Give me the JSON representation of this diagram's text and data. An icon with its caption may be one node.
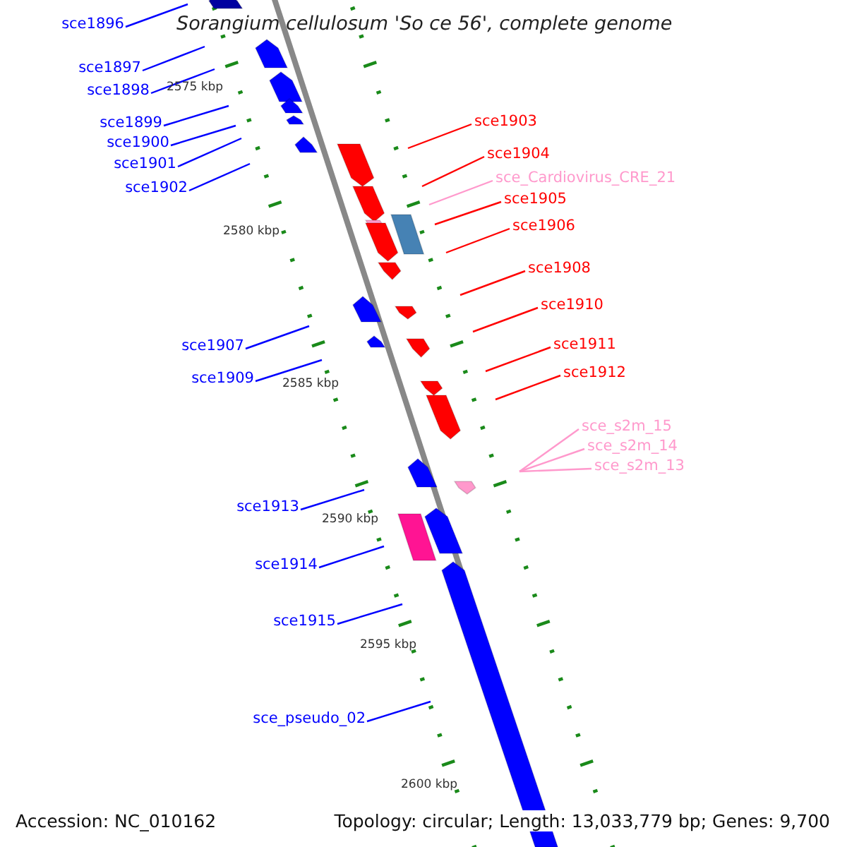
{
  "diagram": {
    "title": "Sorangium cellulosum 'So ce 56', complete genome",
    "nodes": [
      {
        "text": [
          "sce1896"
        ]
      },
      {
        "text": [
          "sce1897"
        ]
      },
      {
        "text": [
          "sce1898"
        ]
      },
      {
        "text": [
          "sce1903"
        ]
      },
      {
        "text": [
          "sce1899"
        ]
      },
      {
        "text": [
          "sce1900"
        ]
      },
      {
        "text": [
          "sce1904"
        ]
      },
      {
        "text": [
          "sce1901"
        ]
      },
      {
        "text": [
          "sce_Cardiovirus_CRE_21"
        ]
      },
      {
        "text": [
          "sce1902"
        ]
      },
      {
        "text": [
          "sce1905"
        ]
      },
      {
        "text": [
          "sce1906"
        ]
      },
      {
        "text": [
          "sce1908"
        ]
      },
      {
        "text": [
          "sce1910"
        ]
      },
      {
        "text": [
          "sce1911"
        ]
      },
      {
        "text": [
          "sce1907"
        ]
      },
      {
        "text": [
          "sce1912"
        ]
      },
      {
        "text": [
          "sce1909"
        ]
      },
      {
        "text": [
          "sce_s2m_15"
        ]
      },
      {
        "text": [
          "sce_s2m_14"
        ]
      },
      {
        "text": [
          "sce_s2m_13"
        ]
      },
      {
        "text": [
          "sce1913"
        ]
      },
      {
        "text": [
          "sce1914"
        ]
      },
      {
        "text": [
          "sce1915"
        ]
      },
      {
        "text": [
          "sce_pseudo_02"
        ]
      }
    ],
    "edges": [
      {
        "from": 0,
        "to": null,
        "arrow": "none"
      },
      {
        "from": 1,
        "to": null,
        "arrow": "none"
      },
      {
        "from": 2,
        "to": null,
        "arrow": "none"
      },
      {
        "from": 3,
        "to": null,
        "arrow": "none",
        "color": "#ff0000"
      },
      {
        "from": 4,
        "to": null,
        "arrow": "none"
      },
      {
        "from": 5,
        "to": null,
        "arrow": "none"
      },
      {
        "from": 6,
        "to": null,
        "arrow": "none",
        "color": "#ff0000"
      },
      {
        "from": 7,
        "to": null,
        "arrow": "none"
      },
      {
        "from": 8,
        "to": null,
        "arrow": "none",
        "color": "#ff99cc"
      },
      {
        "from": 9,
        "to": null,
        "arrow": "none"
      },
      {
        "from": 10,
        "to": null,
        "arrow": "none",
        "color": "#ff0000"
      },
      {
        "from": 11,
        "to": null,
        "arrow": "none",
        "color": "#ff0000"
      },
      {
        "from": 12,
        "to": null,
        "arrow": "none",
        "color": "#ff0000"
      },
      {
        "from": 13,
        "to": null,
        "arrow": "none",
        "color": "#ff0000"
      },
      {
        "from": 14,
        "to": null,
        "arrow": "none",
        "color": "#ff0000"
      },
      {
        "from": 15,
        "to": null,
        "arrow": "none"
      },
      {
        "from": 16,
        "to": null,
        "arrow": "none",
        "color": "#ff0000"
      },
      {
        "from": 17,
        "to": null,
        "arrow": "none"
      },
      {
        "from": 18,
        "to": null,
        "arrow": "none",
        "color": "#ff99cc"
      },
      {
        "from": 19,
        "to": null,
        "arrow": "none",
        "color": "#ff99cc"
      },
      {
        "from": 20,
        "to": null,
        "arrow": "none",
        "color": "#ff99cc"
      },
      {
        "from": 21,
        "to": null,
        "arrow": "none"
      },
      {
        "from": 22,
        "to": null,
        "arrow": "none"
      },
      {
        "from": 23,
        "to": null,
        "arrow": "none"
      },
      {
        "from": 24,
        "to": null,
        "arrow": "none"
      }
    ],
    "labels": [
      "2575 kbp",
      "2580 kbp",
      "2585 kbp",
      "2590 kbp",
      "2595 kbp",
      "2600 kbp",
      "Accession: NC_010162",
      "Topology: circular; Length: 13,033,779 bp; Genes: 9,700"
    ]
  }
}
